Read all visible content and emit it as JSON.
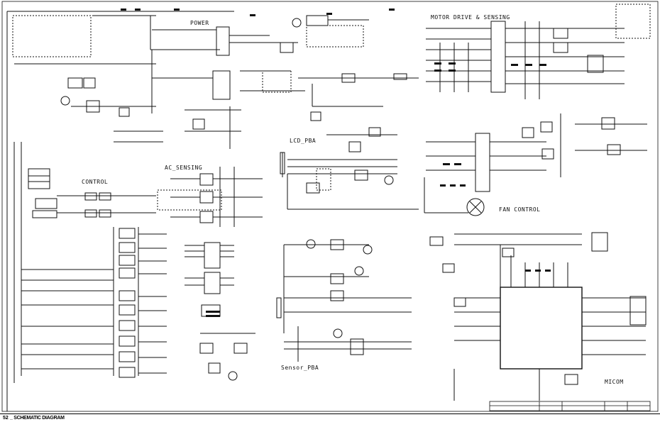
{
  "diagram": {
    "blocks": {
      "power": "POWER",
      "motor": "MOTOR DRIVE & SENSING",
      "lcd": "LCD_PBA",
      "ac_sensing": "AC_SENSING",
      "control": "CONTROL",
      "fan_control": "FAN CONTROL",
      "sensor": "Sensor_PBA",
      "micom": "MICOM"
    }
  },
  "footer": {
    "page_number": "52",
    "title": "_ SCHEMATIC DIAGRAM"
  },
  "style": {
    "ink": "#111111",
    "paper": "#ffffff"
  }
}
